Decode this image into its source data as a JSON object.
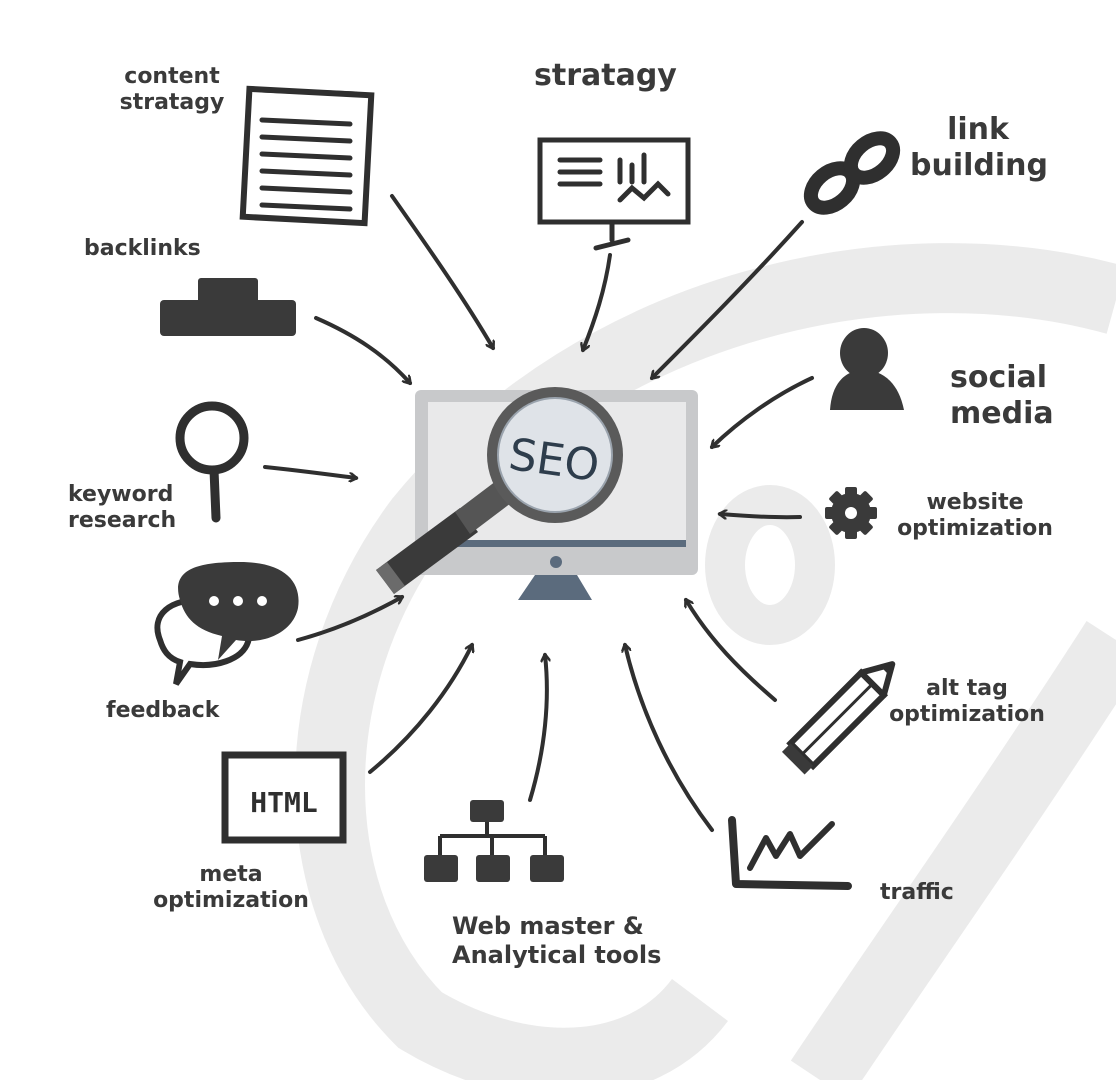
{
  "center": {
    "label": "SEO"
  },
  "nodes": {
    "content_strategy": {
      "line1": "content",
      "line2": "stratagy"
    },
    "strategy": {
      "line1": "stratagy"
    },
    "link_building": {
      "line1": "link",
      "line2": "building"
    },
    "backlinks": {
      "line1": "backlinks"
    },
    "social_media": {
      "line1": "social",
      "line2": "media"
    },
    "keyword_research": {
      "line1": "keyword",
      "line2": "research"
    },
    "website_optimization": {
      "line1": "website",
      "line2": "optimization"
    },
    "feedback": {
      "line1": "feedback"
    },
    "alt_tag_optimization": {
      "line1": "alt tag",
      "line2": "optimization"
    },
    "meta_optimization": {
      "line1": "meta",
      "line2": "optimization"
    },
    "html_icon_text": "HTML",
    "web_master": {
      "line1": "Web master &",
      "line2": "Analytical tools"
    },
    "traffic": {
      "line1": "traffic"
    }
  },
  "colors": {
    "ink": "#3a3a3a",
    "monitor_frame": "#c8c9cb",
    "monitor_screen": "#e9e9ea",
    "monitor_stand": "#5b6b7d",
    "lens": "#dfe3e8",
    "watermark": "#ebebeb"
  }
}
